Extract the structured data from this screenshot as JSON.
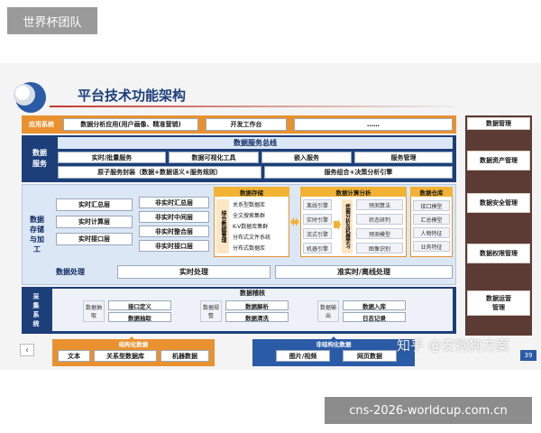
{
  "header": {
    "tag": "世界杯团队",
    "title": "平台技术功能架构",
    "page_number": "39"
  },
  "app_layer": {
    "label": "应用系统",
    "items": [
      "数据分析应用(用户画像、精准营销)",
      "开发工作台",
      "……"
    ]
  },
  "data_service": {
    "label": "数据\n服务",
    "bus_title": "数据服务总线",
    "row1": [
      "实时/批量服务",
      "数据可视化工具",
      "嵌入服务",
      "服务管理"
    ],
    "row2": [
      "原子服务封装（数据+数据语义+服务规则）",
      "服务组合+决策分析引擎"
    ]
  },
  "storage": {
    "label": "数据\n存储\n与加\n工",
    "left_layers": [
      "实时汇总层",
      "实时计算层",
      "实时接口层"
    ],
    "mid_layers": [
      "非实时汇总层",
      "非实时中间层",
      "非实时整合层",
      "非实时接口层"
    ],
    "store_title": "数据存储",
    "store_side": "综合数据管理",
    "store_items": [
      "关系型数据库",
      "全文搜索集群",
      "K-V数据库集群",
      "分布式文件系统",
      "分布式数据库"
    ],
    "calc_title": "数据计算分析",
    "engines": [
      "离线引擎",
      "实时引擎",
      "流式引擎",
      "机器引擎"
    ],
    "calc_side": "挖掘分析及机器学习",
    "algos": [
      "预测算法",
      "状态研判",
      "预测模型",
      "图像识别"
    ],
    "warehouse_title": "数据仓库",
    "warehouse_items": [
      "接口模型",
      "汇总模型",
      "人物特征",
      "业务特征"
    ],
    "process_label": "数据处理",
    "realtime_label": "实时处理",
    "batch_label": "准实时/离线处理"
  },
  "collect": {
    "label": "采\n集\n系\n统",
    "title": "数据稽核",
    "g1_side": "数据抽取",
    "g1_items": [
      "接口定义",
      "数据抽取"
    ],
    "g2_side": "数据规整",
    "g2_items": [
      "数据解析",
      "数据清洗"
    ],
    "g3_side": "数据输出",
    "g3_items": [
      "数据入库",
      "日志记录"
    ]
  },
  "sources": {
    "structured_title": "结构化数据",
    "structured_items": [
      "文本",
      "关系型数据库",
      "机器数据"
    ],
    "unstructured_title": "非结构化数据",
    "unstructured_items": [
      "图片/视频",
      "网页数据"
    ]
  },
  "management": {
    "items": [
      "数据管理",
      "数据资产管理",
      "数据安全管理",
      "数据权限管理",
      "数据运营\n管理"
    ]
  },
  "watermark": {
    "text": "知乎 @安狗狗方案",
    "url": "cns-2026-worldcup.com.cn"
  },
  "nav": {
    "prev": "‹"
  },
  "colors": {
    "navy": "#1c3f7a",
    "orange": "#e9912f",
    "brown": "#5b3b33",
    "light_blue": "#dbe7f5"
  }
}
